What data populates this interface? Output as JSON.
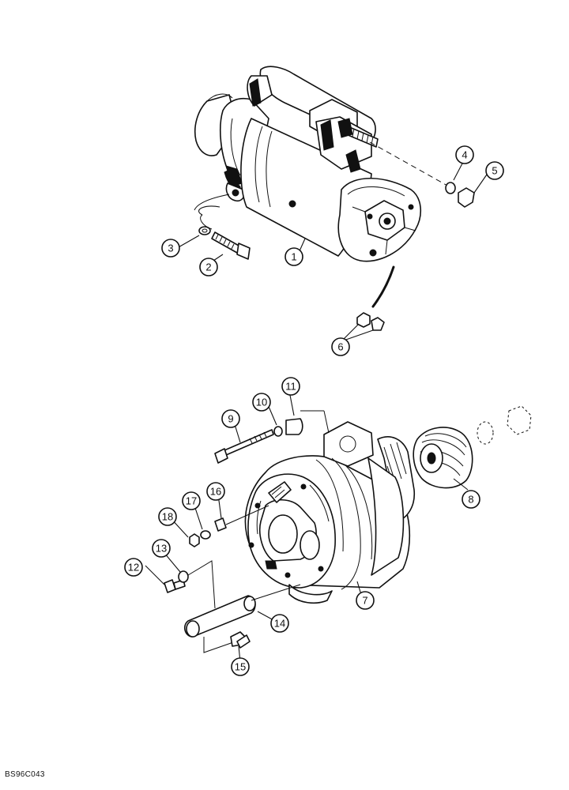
{
  "drawing_code": "BS96C043",
  "callouts": [
    {
      "id": "callout-1",
      "label": "1"
    },
    {
      "id": "callout-2",
      "label": "2"
    },
    {
      "id": "callout-3",
      "label": "3"
    },
    {
      "id": "callout-4",
      "label": "4"
    },
    {
      "id": "callout-5",
      "label": "5"
    },
    {
      "id": "callout-6",
      "label": "6"
    },
    {
      "id": "callout-7",
      "label": "7"
    },
    {
      "id": "callout-8",
      "label": "8"
    },
    {
      "id": "callout-9",
      "label": "9"
    },
    {
      "id": "callout-10",
      "label": "10"
    },
    {
      "id": "callout-11",
      "label": "11"
    },
    {
      "id": "callout-12",
      "label": "12"
    },
    {
      "id": "callout-13",
      "label": "13"
    },
    {
      "id": "callout-14",
      "label": "14"
    },
    {
      "id": "callout-15",
      "label": "15"
    },
    {
      "id": "callout-16",
      "label": "16"
    },
    {
      "id": "callout-17",
      "label": "17"
    },
    {
      "id": "callout-18",
      "label": "18"
    }
  ]
}
